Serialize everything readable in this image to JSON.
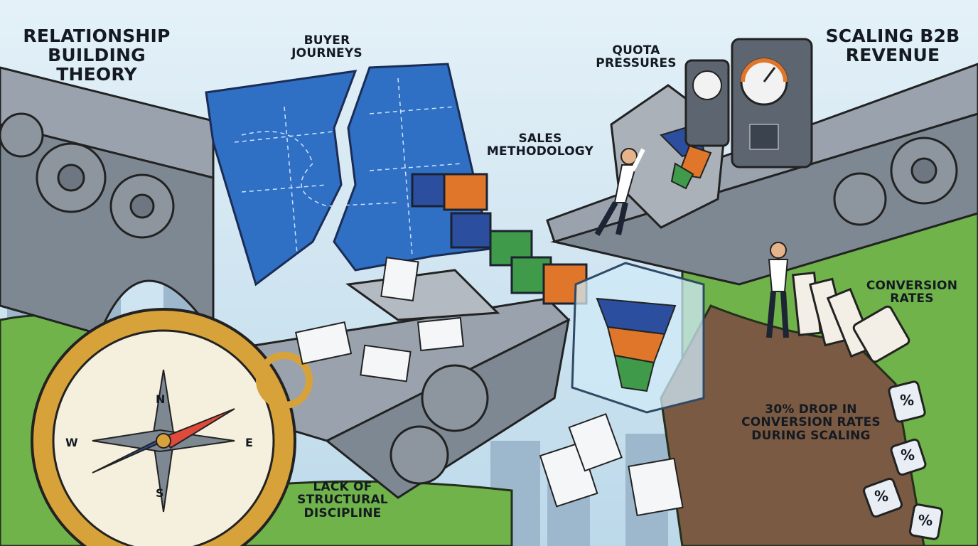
{
  "labels": {
    "relationship": [
      "RELATIONSHIP",
      "BUILDING THEORY"
    ],
    "buyer": [
      "BUYER",
      "JOURNEYS"
    ],
    "sales": [
      "SALES",
      "METHODOLOGY"
    ],
    "quota": [
      "QUOTA",
      "PRESSURES"
    ],
    "scaling": [
      "SCALING B2B",
      "REVENUE"
    ],
    "conversion": [
      "CONVERSION",
      "RATES"
    ],
    "drop": [
      "30% DROP IN",
      "CONVERSION RATES",
      "DURING SCALING"
    ],
    "lack": [
      "LACK OF",
      "STRUCTURAL",
      "DISCIPLINE"
    ]
  },
  "compass": {
    "n": "N",
    "e": "E",
    "s": "S",
    "w": "W"
  },
  "tiles": {
    "percent": "%"
  },
  "colors": {
    "sky": "#cfe6f3",
    "bridge": "#9aa3ad",
    "blueprint": "#2f6fc4",
    "orange": "#e0762a",
    "green": "#3f9a4a",
    "navy": "#2b4f9e",
    "cliff": "#7a5a43",
    "grass": "#6fb34a",
    "brass": "#d8a23a"
  }
}
